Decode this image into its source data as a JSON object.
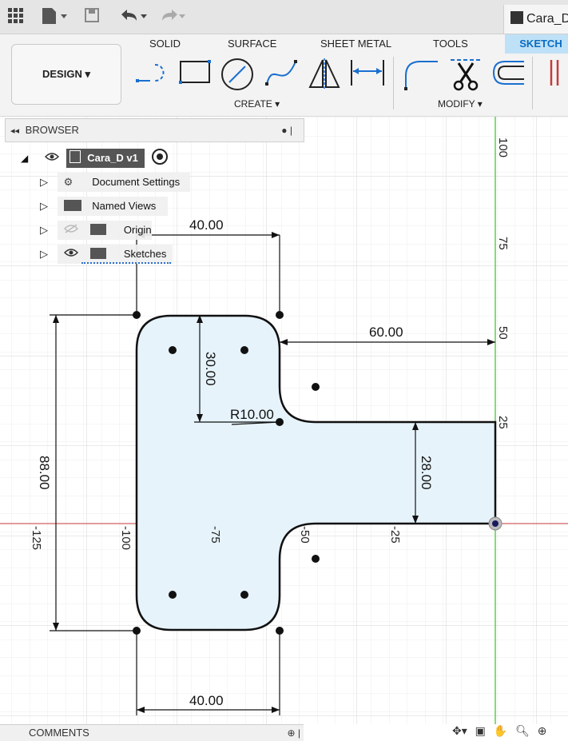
{
  "toolbar": {
    "document_title": "Cara_D",
    "icons": [
      "grid-menu-icon",
      "file-icon",
      "save-icon",
      "undo-icon",
      "redo-icon"
    ]
  },
  "ribbon": {
    "tabs": [
      "SOLID",
      "SURFACE",
      "SHEET METAL",
      "TOOLS",
      "SKETCH"
    ],
    "active_tab": "SKETCH",
    "workspace": "DESIGN",
    "groups": [
      "CREATE",
      "MODIFY"
    ],
    "accent": "#0a6cc0"
  },
  "browser": {
    "title": "BROWSER",
    "root": "Cara_D v1",
    "items": [
      "Document Settings",
      "Named Views",
      "Origin",
      "Sketches"
    ]
  },
  "bottom": {
    "comments": "COMMENTS"
  },
  "sketch": {
    "dimensions": {
      "top_width": "40.00",
      "bottom_width": "40.00",
      "overall_height": "88.00",
      "top_leg": "30.00",
      "arm_length": "60.00",
      "arm_height": "28.00",
      "radius": "R10.00"
    },
    "axis_ticks_x": [
      "-125",
      "-100",
      "-75",
      "-50",
      "-25"
    ],
    "axis_ticks_y": [
      "100",
      "75",
      "50",
      "25"
    ],
    "fill_color": "#e6f3fb",
    "x_axis_color": "#c53a3a",
    "y_axis_color": "#5ccf4e"
  }
}
